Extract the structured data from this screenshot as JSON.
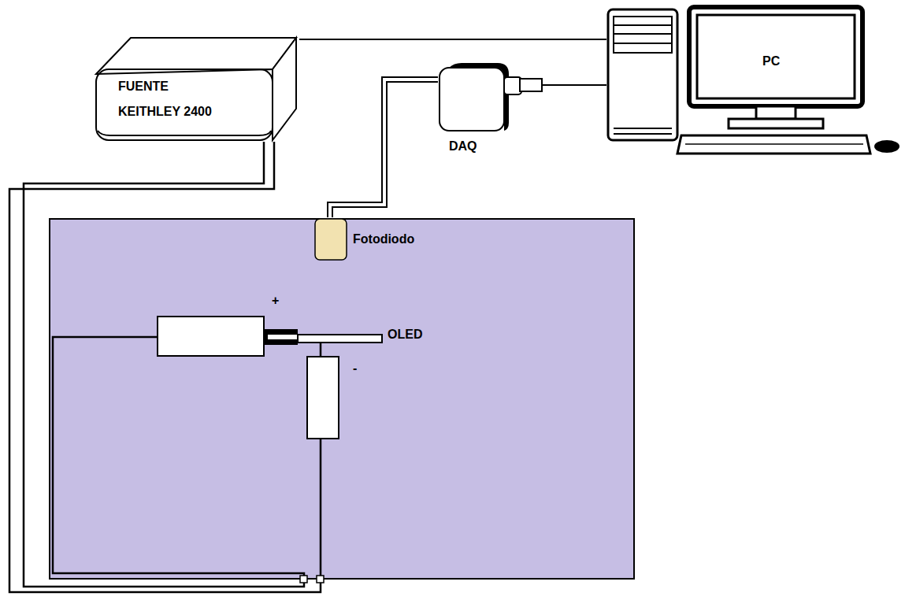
{
  "diagram": {
    "nodes": [
      {
        "text": [
          "FUENTE KEITHLEY 2400"
        ]
      },
      {
        "text": [
          "PC"
        ]
      },
      {
        "text": [
          "DAQ"
        ]
      },
      {
        "text": [
          "Fotodiodo"
        ]
      },
      {
        "text": [
          "OLED"
        ]
      }
    ],
    "edges": [
      {
        "from": 0,
        "to": 1,
        "arrow": "none"
      },
      {
        "from": 2,
        "to": 1,
        "arrow": "none"
      },
      {
        "from": 3,
        "to": 2,
        "arrow": "none"
      },
      {
        "from": 0,
        "to": 4,
        "arrow": "none"
      },
      {
        "from": 0,
        "to": 4,
        "arrow": "none"
      }
    ],
    "labels": [
      "+",
      "-"
    ]
  }
}
